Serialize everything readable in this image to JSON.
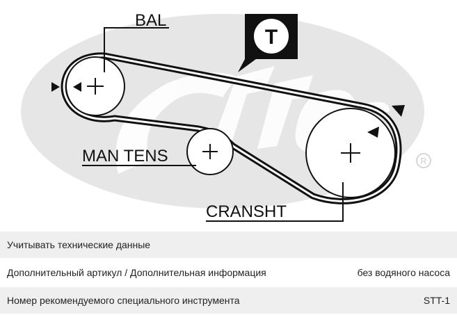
{
  "diagram": {
    "labels": {
      "bal": "BAL",
      "man_tens": "MAN TENS",
      "cranksht": "CRANSHT",
      "tool_marker": "T"
    },
    "watermark_logo": "Gates",
    "colors": {
      "ink": "#111111",
      "watermark": "#e6e6e6"
    }
  },
  "rows": [
    {
      "label": "Учитывать технические данные",
      "value": ""
    },
    {
      "label": "Дополнительный артикул / Дополнительная информация",
      "value": "без водяного насоса"
    },
    {
      "label": "Номер рекомендуемого специального инструмента",
      "value": "STT-1"
    }
  ]
}
